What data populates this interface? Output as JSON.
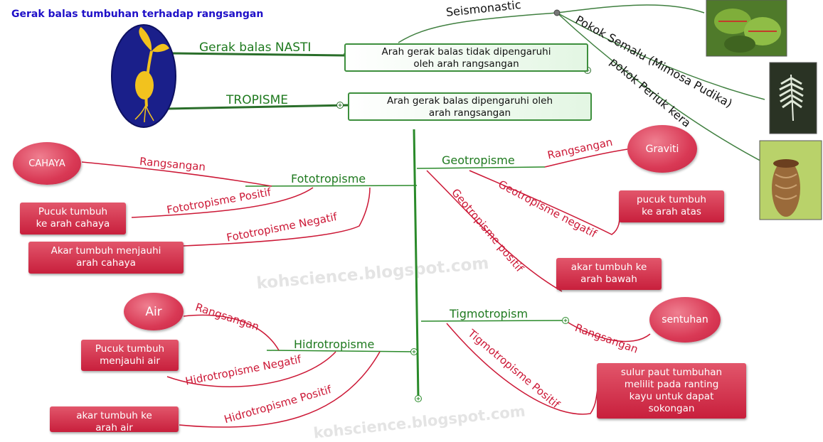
{
  "title": "Gerak balas tumbuhan terhadap rangsangan",
  "watermarks": [
    "kohscience.blogspot.com",
    "kohscience.blogspot.com"
  ],
  "nodes": {
    "nasti_label": "Gerak balas NASTI",
    "nasti_box": [
      "Arah gerak balas tidak dipengaruhi",
      "oleh arah rangsangan"
    ],
    "tropisme_label": "TROPISME",
    "tropisme_box": [
      "Arah gerak balas dipengaruhi oleh",
      "arah rangsangan"
    ],
    "seismonastic": "Seismonastic",
    "semalu": "Pokok Semalu (Mimosa Pudika)",
    "periuk": "pokok Periuk kera",
    "fototropisme": "Fototropisme",
    "cahaya": "CAHAYA",
    "fot_rang": "Rangsangan",
    "fot_pos": "Fototropisme Positif",
    "fot_pos_box": [
      "Pucuk tumbuh",
      "ke arah cahaya"
    ],
    "fot_neg": "Fototropisme Negatif",
    "fot_neg_box": [
      "Akar tumbuh menjauhi",
      "arah cahaya"
    ],
    "geotropisme": "Geotropisme",
    "graviti": "Graviti",
    "geo_rang": "Rangsangan",
    "geo_neg": "Geotropisme negatif",
    "geo_neg_box": [
      "pucuk tumbuh",
      "ke arah atas"
    ],
    "geo_pos": "Geotropisme positif",
    "geo_pos_box": [
      "akar tumbuh ke",
      "arah bawah"
    ],
    "hidrotropisme": "Hidrotropisme",
    "air": "Air",
    "hid_rang": "Rangsangan",
    "hid_neg": "Hidrotropisme Negatif",
    "hid_neg_box": [
      "Pucuk tumbuh",
      "menjauhi air"
    ],
    "hid_pos": "Hidrotropisme Positif",
    "hid_pos_box": [
      "akar tumbuh ke",
      "arah air"
    ],
    "tigmotropism": "Tigmotropism",
    "sentuhan": "sentuhan",
    "tig_rang": "Rangsangan",
    "tig_pos": "Tigmotropisme Positif",
    "tig_pos_box": [
      "sulur paut tumbuhan",
      "melilit pada ranting",
      "kayu untuk dapat",
      "sokongan"
    ]
  },
  "icons": [
    "plus-circle-icon",
    "seedling-icon"
  ],
  "colors": {
    "title": "#1f10c8",
    "branch_green": "#1f7a1f",
    "branch_red": "#cc1836",
    "box_red": "#c81f3c",
    "box_green_border": "#3d8f3d",
    "oval_red": "#d93955",
    "seed_bg": "#1a1f8a",
    "seed_fg": "#f2c21e"
  }
}
